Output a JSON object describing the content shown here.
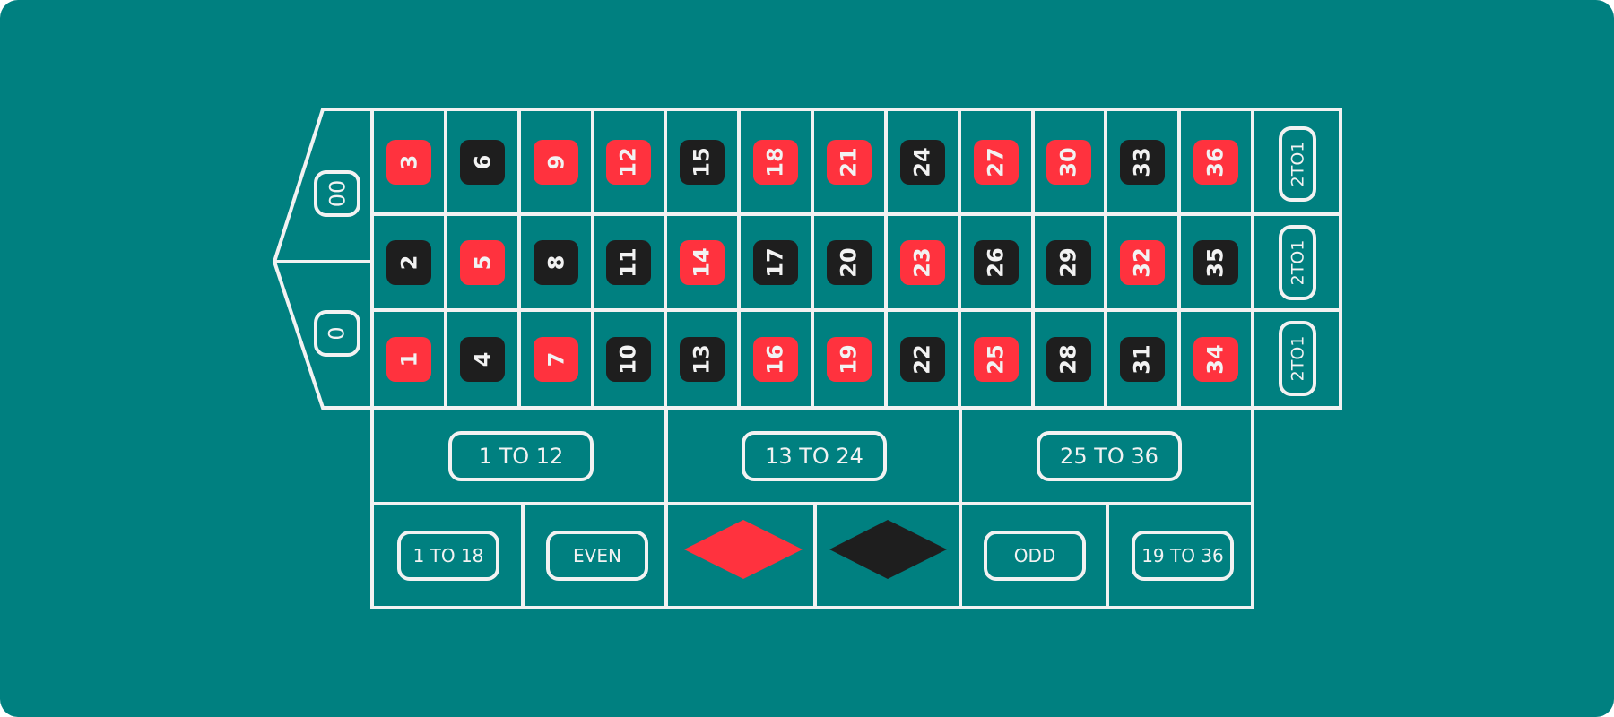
{
  "colors": {
    "felt": "#008080",
    "red": "#FF323E",
    "black": "#1E1E1E",
    "line": "#F2F2F2"
  },
  "zeros": [
    {
      "label": "00"
    },
    {
      "label": "0"
    }
  ],
  "numbers": {
    "top_row": [
      {
        "n": "3",
        "c": "red"
      },
      {
        "n": "6",
        "c": "black"
      },
      {
        "n": "9",
        "c": "red"
      },
      {
        "n": "12",
        "c": "red"
      },
      {
        "n": "15",
        "c": "black"
      },
      {
        "n": "18",
        "c": "red"
      },
      {
        "n": "21",
        "c": "red"
      },
      {
        "n": "24",
        "c": "black"
      },
      {
        "n": "27",
        "c": "red"
      },
      {
        "n": "30",
        "c": "red"
      },
      {
        "n": "33",
        "c": "black"
      },
      {
        "n": "36",
        "c": "red"
      }
    ],
    "middle_row": [
      {
        "n": "2",
        "c": "black"
      },
      {
        "n": "5",
        "c": "red"
      },
      {
        "n": "8",
        "c": "black"
      },
      {
        "n": "11",
        "c": "black"
      },
      {
        "n": "14",
        "c": "red"
      },
      {
        "n": "17",
        "c": "black"
      },
      {
        "n": "20",
        "c": "black"
      },
      {
        "n": "23",
        "c": "red"
      },
      {
        "n": "26",
        "c": "black"
      },
      {
        "n": "29",
        "c": "black"
      },
      {
        "n": "32",
        "c": "red"
      },
      {
        "n": "35",
        "c": "black"
      }
    ],
    "bottom_row": [
      {
        "n": "1",
        "c": "red"
      },
      {
        "n": "4",
        "c": "black"
      },
      {
        "n": "7",
        "c": "red"
      },
      {
        "n": "10",
        "c": "black"
      },
      {
        "n": "13",
        "c": "black"
      },
      {
        "n": "16",
        "c": "red"
      },
      {
        "n": "19",
        "c": "red"
      },
      {
        "n": "22",
        "c": "black"
      },
      {
        "n": "25",
        "c": "red"
      },
      {
        "n": "28",
        "c": "black"
      },
      {
        "n": "31",
        "c": "black"
      },
      {
        "n": "34",
        "c": "red"
      }
    ]
  },
  "columns": [
    "2TO1",
    "2TO1",
    "2TO1"
  ],
  "dozens": [
    "1 TO 12",
    "13 TO 24",
    "25 TO 36"
  ],
  "outside": {
    "low": "1 TO 18",
    "even": "EVEN",
    "red_icon": "red-diamond",
    "black_icon": "black-diamond",
    "odd": "ODD",
    "high": "19 TO 36"
  }
}
